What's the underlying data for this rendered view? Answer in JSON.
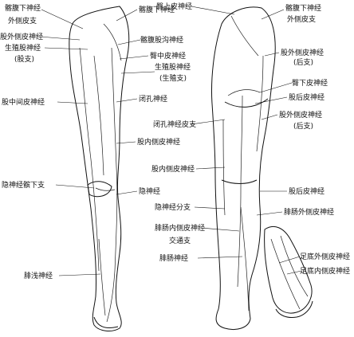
{
  "front_leg": {
    "labels": {
      "iliohypogastric": "髂腹下神经",
      "lateral_cutaneous_branch": "外侧皮支",
      "lateral_femoral_cutaneous": "股外侧皮神经",
      "genitofemoral": "生殖股神经",
      "femoral_branch": "(股支)",
      "iliohypogastric_2": "髂腹下神经",
      "ilioinguinal": "髂腹股沟神经",
      "femoral_anterior_cutaneous": "臀中皮神经",
      "genitofemoral_2": "生殖股神经",
      "genital_branch": "(生殖支)",
      "obturator": "闭孔神经",
      "intermediate_femoral_cutaneous": "股中间皮神经",
      "medial_femoral_cutaneous": "股内侧皮神经",
      "infrapatellar_branch": "隐神经髌下支",
      "saphenous": "隐神经",
      "superficial_peroneal": "腓浅神经"
    }
  },
  "back_leg": {
    "labels": {
      "superior_cluneal": "臀上皮神经",
      "iliohypogastric": "髂腹下神经",
      "lateral_cutaneous_branch": "外侧皮支",
      "lateral_femoral_cutaneous": "股外侧皮神经",
      "posterior_branch": "(后支)",
      "inferior_cluneal": "臀下皮神经",
      "posterior_femoral_cutaneous": "股后皮神经",
      "obturator_cutaneous_branch": "闭孔神经皮支",
      "lateral_femoral_cutaneous_2": "股外侧皮神经",
      "posterior_branch_2": "(后支)",
      "medial_femoral_cutaneous": "股内侧皮神经",
      "posterior_femoral_cutaneous_2": "股后皮神经",
      "lateral_sural_cutaneous": "腓肠外侧皮神经",
      "saphenous_branch": "隐神经分支",
      "medial_sural_cutaneous": "腓肠内侧皮神经",
      "communicating_branch": "交通支",
      "sural": "腓肠神经"
    }
  },
  "foot": {
    "labels": {
      "lateral_plantar_cutaneous": "足底外侧皮神经",
      "medial_plantar_cutaneous": "足底内侧皮神经"
    }
  },
  "colors": {
    "ink": "#111111",
    "paper": "#ffffff"
  }
}
